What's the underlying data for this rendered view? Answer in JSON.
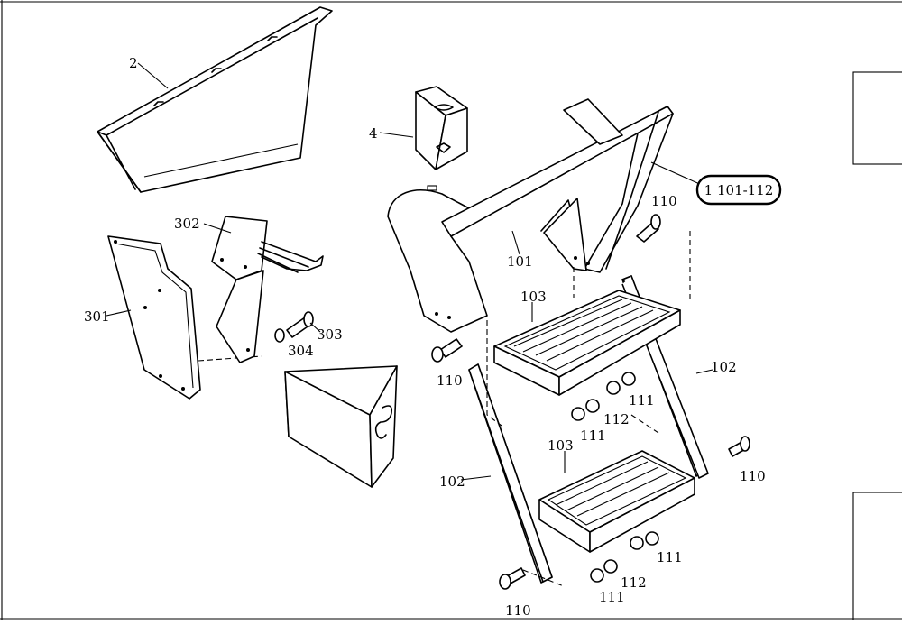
{
  "callouts": {
    "c2": "2",
    "c4": "4",
    "c101": "101",
    "c102a": "102",
    "c102b": "102",
    "c103a": "103",
    "c103b": "103",
    "c110a": "110",
    "c110b": "110",
    "c110c": "110",
    "c110d": "110",
    "c111a": "111",
    "c111b": "111",
    "c111c": "111",
    "c111d": "111",
    "c112a": "112",
    "c112b": "112",
    "c301": "301",
    "c302": "302",
    "c303": "303",
    "c304": "304"
  },
  "reference_badge": "1 101-112",
  "icons": [
    "fender-part",
    "step-frame",
    "bracket",
    "step-plate",
    "side-plate",
    "bolt",
    "nut",
    "washer",
    "clamp-bracket",
    "mud-flap",
    "cover-box"
  ]
}
